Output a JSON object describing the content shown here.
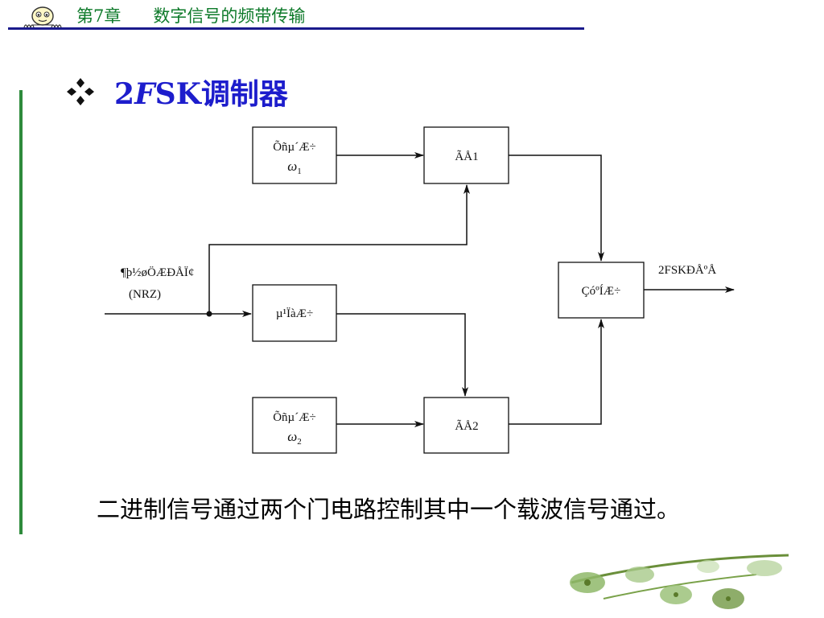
{
  "header": {
    "title": "第7章      数字信号的频带传输"
  },
  "slide": {
    "title_prefix": "2",
    "title_italic": "F",
    "title_rest": "SK调制器"
  },
  "diagram": {
    "oscillator1": {
      "label": "Õñµ´Æ÷",
      "symbol": "ω",
      "subscript": "1"
    },
    "oscillator2": {
      "label": "Õñµ´Æ÷",
      "symbol": "ω",
      "subscript": "2"
    },
    "gate1": {
      "label": "ÃÅ1"
    },
    "gate2": {
      "label": "ÃÅ2"
    },
    "inverter": {
      "label": "µ¹ÏàÆ÷"
    },
    "combiner": {
      "label": "ÇóºÍÆ÷"
    },
    "input": {
      "label": "¶þ½øÖÆÐÅÏ¢",
      "sublabel": "(NRZ)"
    },
    "output": {
      "label": "2FSKÐÅºÅ"
    }
  },
  "caption": {
    "text": "二进制信号通过两个门电路控制其中一个载波信号通过。"
  }
}
